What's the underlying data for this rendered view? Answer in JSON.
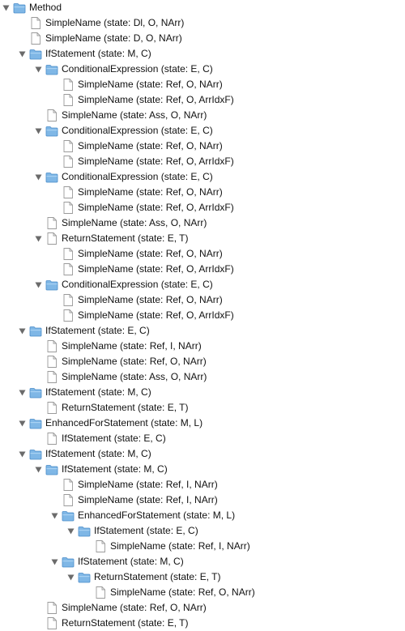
{
  "tree": {
    "rows": [
      {
        "label": "Method",
        "depth": 0,
        "type": "folder",
        "expanded": true
      },
      {
        "label": "SimpleName (state: Dl, O, NArr)",
        "depth": 1,
        "type": "file",
        "expanded": false
      },
      {
        "label": "SimpleName (state: D, O, NArr)",
        "depth": 1,
        "type": "file",
        "expanded": false
      },
      {
        "label": "IfStatement (state: M, C)",
        "depth": 1,
        "type": "folder",
        "expanded": true
      },
      {
        "label": "ConditionalExpression (state: E, C)",
        "depth": 2,
        "type": "folder",
        "expanded": true
      },
      {
        "label": "SimpleName (state: Ref, O, NArr)",
        "depth": 3,
        "type": "file",
        "expanded": false
      },
      {
        "label": "SimpleName (state: Ref, O, ArrIdxF)",
        "depth": 3,
        "type": "file",
        "expanded": false
      },
      {
        "label": "SimpleName (state: Ass, O, NArr)",
        "depth": 2,
        "type": "file",
        "expanded": false
      },
      {
        "label": "ConditionalExpression (state: E, C)",
        "depth": 2,
        "type": "folder",
        "expanded": true
      },
      {
        "label": "SimpleName (state: Ref, O, NArr)",
        "depth": 3,
        "type": "file",
        "expanded": false
      },
      {
        "label": "SimpleName (state: Ref, O, ArrIdxF)",
        "depth": 3,
        "type": "file",
        "expanded": false
      },
      {
        "label": "ConditionalExpression (state: E, C)",
        "depth": 2,
        "type": "folder",
        "expanded": true
      },
      {
        "label": "SimpleName (state: Ref, O, NArr)",
        "depth": 3,
        "type": "file",
        "expanded": false
      },
      {
        "label": "SimpleName (state: Ref, O, ArrIdxF)",
        "depth": 3,
        "type": "file",
        "expanded": false
      },
      {
        "label": "SimpleName (state: Ass, O, NArr)",
        "depth": 2,
        "type": "file",
        "expanded": false
      },
      {
        "label": "ReturnStatement (state: E, T)",
        "depth": 2,
        "type": "file",
        "expanded": true
      },
      {
        "label": "SimpleName (state: Ref, O, NArr)",
        "depth": 3,
        "type": "file",
        "expanded": false
      },
      {
        "label": "SimpleName (state: Ref, O, ArrIdxF)",
        "depth": 3,
        "type": "file",
        "expanded": false
      },
      {
        "label": "ConditionalExpression (state: E, C)",
        "depth": 2,
        "type": "folder",
        "expanded": true
      },
      {
        "label": "SimpleName (state: Ref, O, NArr)",
        "depth": 3,
        "type": "file",
        "expanded": false
      },
      {
        "label": "SimpleName (state: Ref, O, ArrIdxF)",
        "depth": 3,
        "type": "file",
        "expanded": false
      },
      {
        "label": "IfStatement (state: E, C)",
        "depth": 1,
        "type": "folder",
        "expanded": true
      },
      {
        "label": "SimpleName (state: Ref, I, NArr)",
        "depth": 2,
        "type": "file",
        "expanded": false
      },
      {
        "label": "SimpleName (state: Ref, O, NArr)",
        "depth": 2,
        "type": "file",
        "expanded": false
      },
      {
        "label": "SimpleName (state: Ass, O, NArr)",
        "depth": 2,
        "type": "file",
        "expanded": false
      },
      {
        "label": "IfStatement (state: M, C)",
        "depth": 1,
        "type": "folder",
        "expanded": true
      },
      {
        "label": "ReturnStatement (state: E, T)",
        "depth": 2,
        "type": "file",
        "expanded": false
      },
      {
        "label": "EnhancedForStatement (state: M, L)",
        "depth": 1,
        "type": "folder",
        "expanded": true
      },
      {
        "label": "IfStatement (state: E, C)",
        "depth": 2,
        "type": "file",
        "expanded": false
      },
      {
        "label": "IfStatement (state: M, C)",
        "depth": 1,
        "type": "folder",
        "expanded": true
      },
      {
        "label": "IfStatement (state: M, C)",
        "depth": 2,
        "type": "folder",
        "expanded": true
      },
      {
        "label": "SimpleName (state: Ref, I, NArr)",
        "depth": 3,
        "type": "file",
        "expanded": false
      },
      {
        "label": "SimpleName (state: Ref, I, NArr)",
        "depth": 3,
        "type": "file",
        "expanded": false
      },
      {
        "label": "EnhancedForStatement (state: M, L)",
        "depth": 3,
        "type": "folder",
        "expanded": true
      },
      {
        "label": "IfStatement (state: E, C)",
        "depth": 4,
        "type": "folder",
        "expanded": true
      },
      {
        "label": "SimpleName (state: Ref, I, NArr)",
        "depth": 5,
        "type": "file",
        "expanded": false
      },
      {
        "label": "IfStatement (state: M, C)",
        "depth": 3,
        "type": "folder",
        "expanded": true
      },
      {
        "label": "ReturnStatement (state: E, T)",
        "depth": 4,
        "type": "folder",
        "expanded": true
      },
      {
        "label": "SimpleName (state: Ref, O, NArr)",
        "depth": 5,
        "type": "file",
        "expanded": false
      },
      {
        "label": "SimpleName (state: Ref, O, NArr)",
        "depth": 2,
        "type": "file",
        "expanded": false
      },
      {
        "label": "ReturnStatement (state: E, T)",
        "depth": 2,
        "type": "file",
        "expanded": false
      }
    ]
  },
  "colors": {
    "folder_fill": "#7fb7e6",
    "folder_top": "#a9d2f3",
    "folder_stroke": "#4a8cc9",
    "triangle": "#6b6b6b",
    "file_stroke": "#9a9a9a",
    "text": "#111111"
  }
}
